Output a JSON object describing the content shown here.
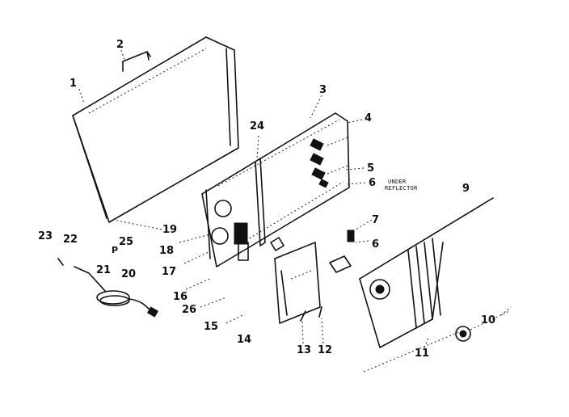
{
  "callouts": [
    {
      "id": "1",
      "text": "1"
    },
    {
      "id": "2",
      "text": "2"
    },
    {
      "id": "3",
      "text": "3"
    },
    {
      "id": "4",
      "text": "4"
    },
    {
      "id": "5",
      "text": "5"
    },
    {
      "id": "6a",
      "text": "6"
    },
    {
      "id": "6b",
      "text": "6"
    },
    {
      "id": "7",
      "text": "7"
    },
    {
      "id": "9",
      "text": "9"
    },
    {
      "id": "10",
      "text": "10"
    },
    {
      "id": "11",
      "text": "11"
    },
    {
      "id": "12",
      "text": "12"
    },
    {
      "id": "13",
      "text": "13"
    },
    {
      "id": "14",
      "text": "14"
    },
    {
      "id": "15",
      "text": "15"
    },
    {
      "id": "16",
      "text": "16"
    },
    {
      "id": "17",
      "text": "17"
    },
    {
      "id": "18",
      "text": "18"
    },
    {
      "id": "19",
      "text": "19"
    },
    {
      "id": "20",
      "text": "20"
    },
    {
      "id": "21",
      "text": "21"
    },
    {
      "id": "22",
      "text": "22"
    },
    {
      "id": "23",
      "text": "23"
    },
    {
      "id": "24",
      "text": "24"
    },
    {
      "id": "25",
      "text": "25"
    },
    {
      "id": "26",
      "text": "26"
    }
  ],
  "note": {
    "line1": "UNDER",
    "line2": "REFLECTOR"
  }
}
